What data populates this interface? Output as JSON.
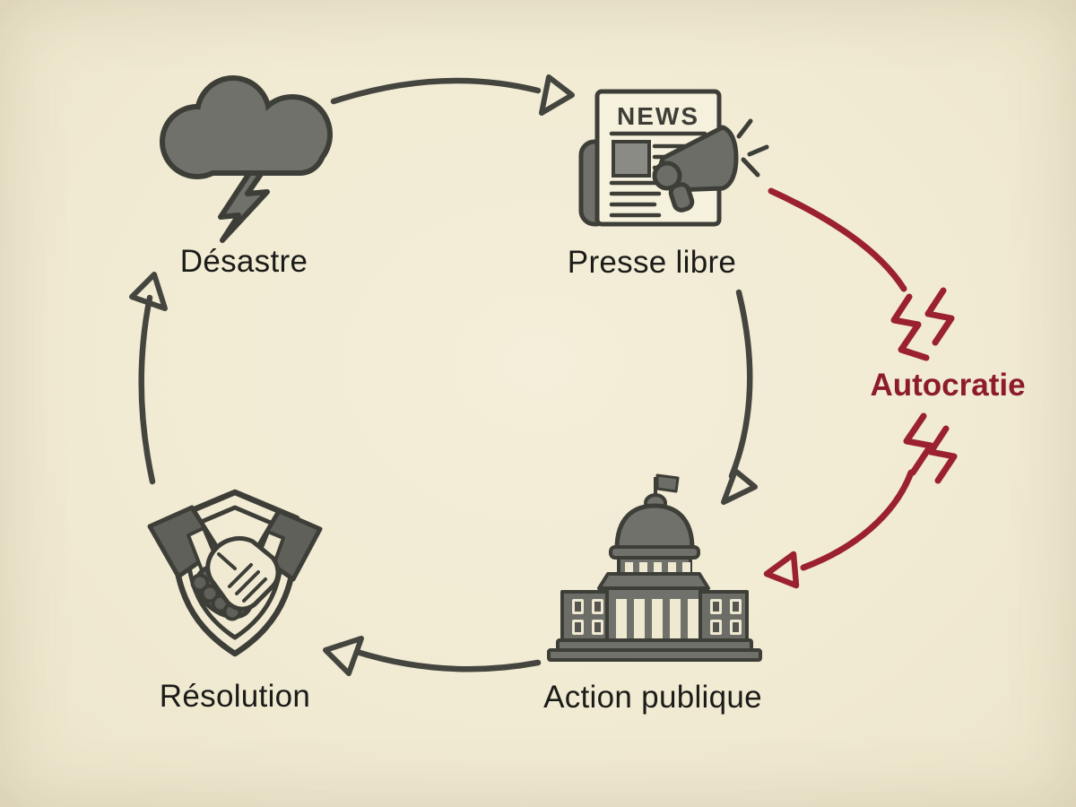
{
  "diagram": {
    "type": "cycle-diagram",
    "background": "#f1ebd3",
    "palette": {
      "icon_gray": "#71716b",
      "icon_dark": "#3e3e38",
      "arrow_gray": "#45453f",
      "accent_red": "#9b2130",
      "accent_red_dark": "#8d1b2b",
      "label_color": "#1b1b18",
      "paper": "#f6f1dc"
    },
    "nodes": [
      {
        "id": "desastre",
        "label": "Désastre",
        "icon": "storm-cloud"
      },
      {
        "id": "presse_libre",
        "label": "Presse libre",
        "icon": "newspaper-megaphone",
        "headline": "NEWS"
      },
      {
        "id": "action_publique",
        "label": "Action publique",
        "icon": "capitol-building"
      },
      {
        "id": "resolution",
        "label": "Résolution",
        "icon": "handshake-shield"
      }
    ],
    "edges": [
      {
        "from": "desastre",
        "to": "presse_libre",
        "style": "gray-arc"
      },
      {
        "from": "presse_libre",
        "to": "action_publique",
        "style": "gray-arc"
      },
      {
        "from": "action_publique",
        "to": "resolution",
        "style": "gray-arc"
      },
      {
        "from": "resolution",
        "to": "desastre",
        "style": "gray-arc"
      },
      {
        "from": "presse_libre",
        "to": "action_publique",
        "style": "red-broken-arc",
        "label": "Autocratie"
      }
    ],
    "disruptor": {
      "label": "Autocratie"
    }
  }
}
